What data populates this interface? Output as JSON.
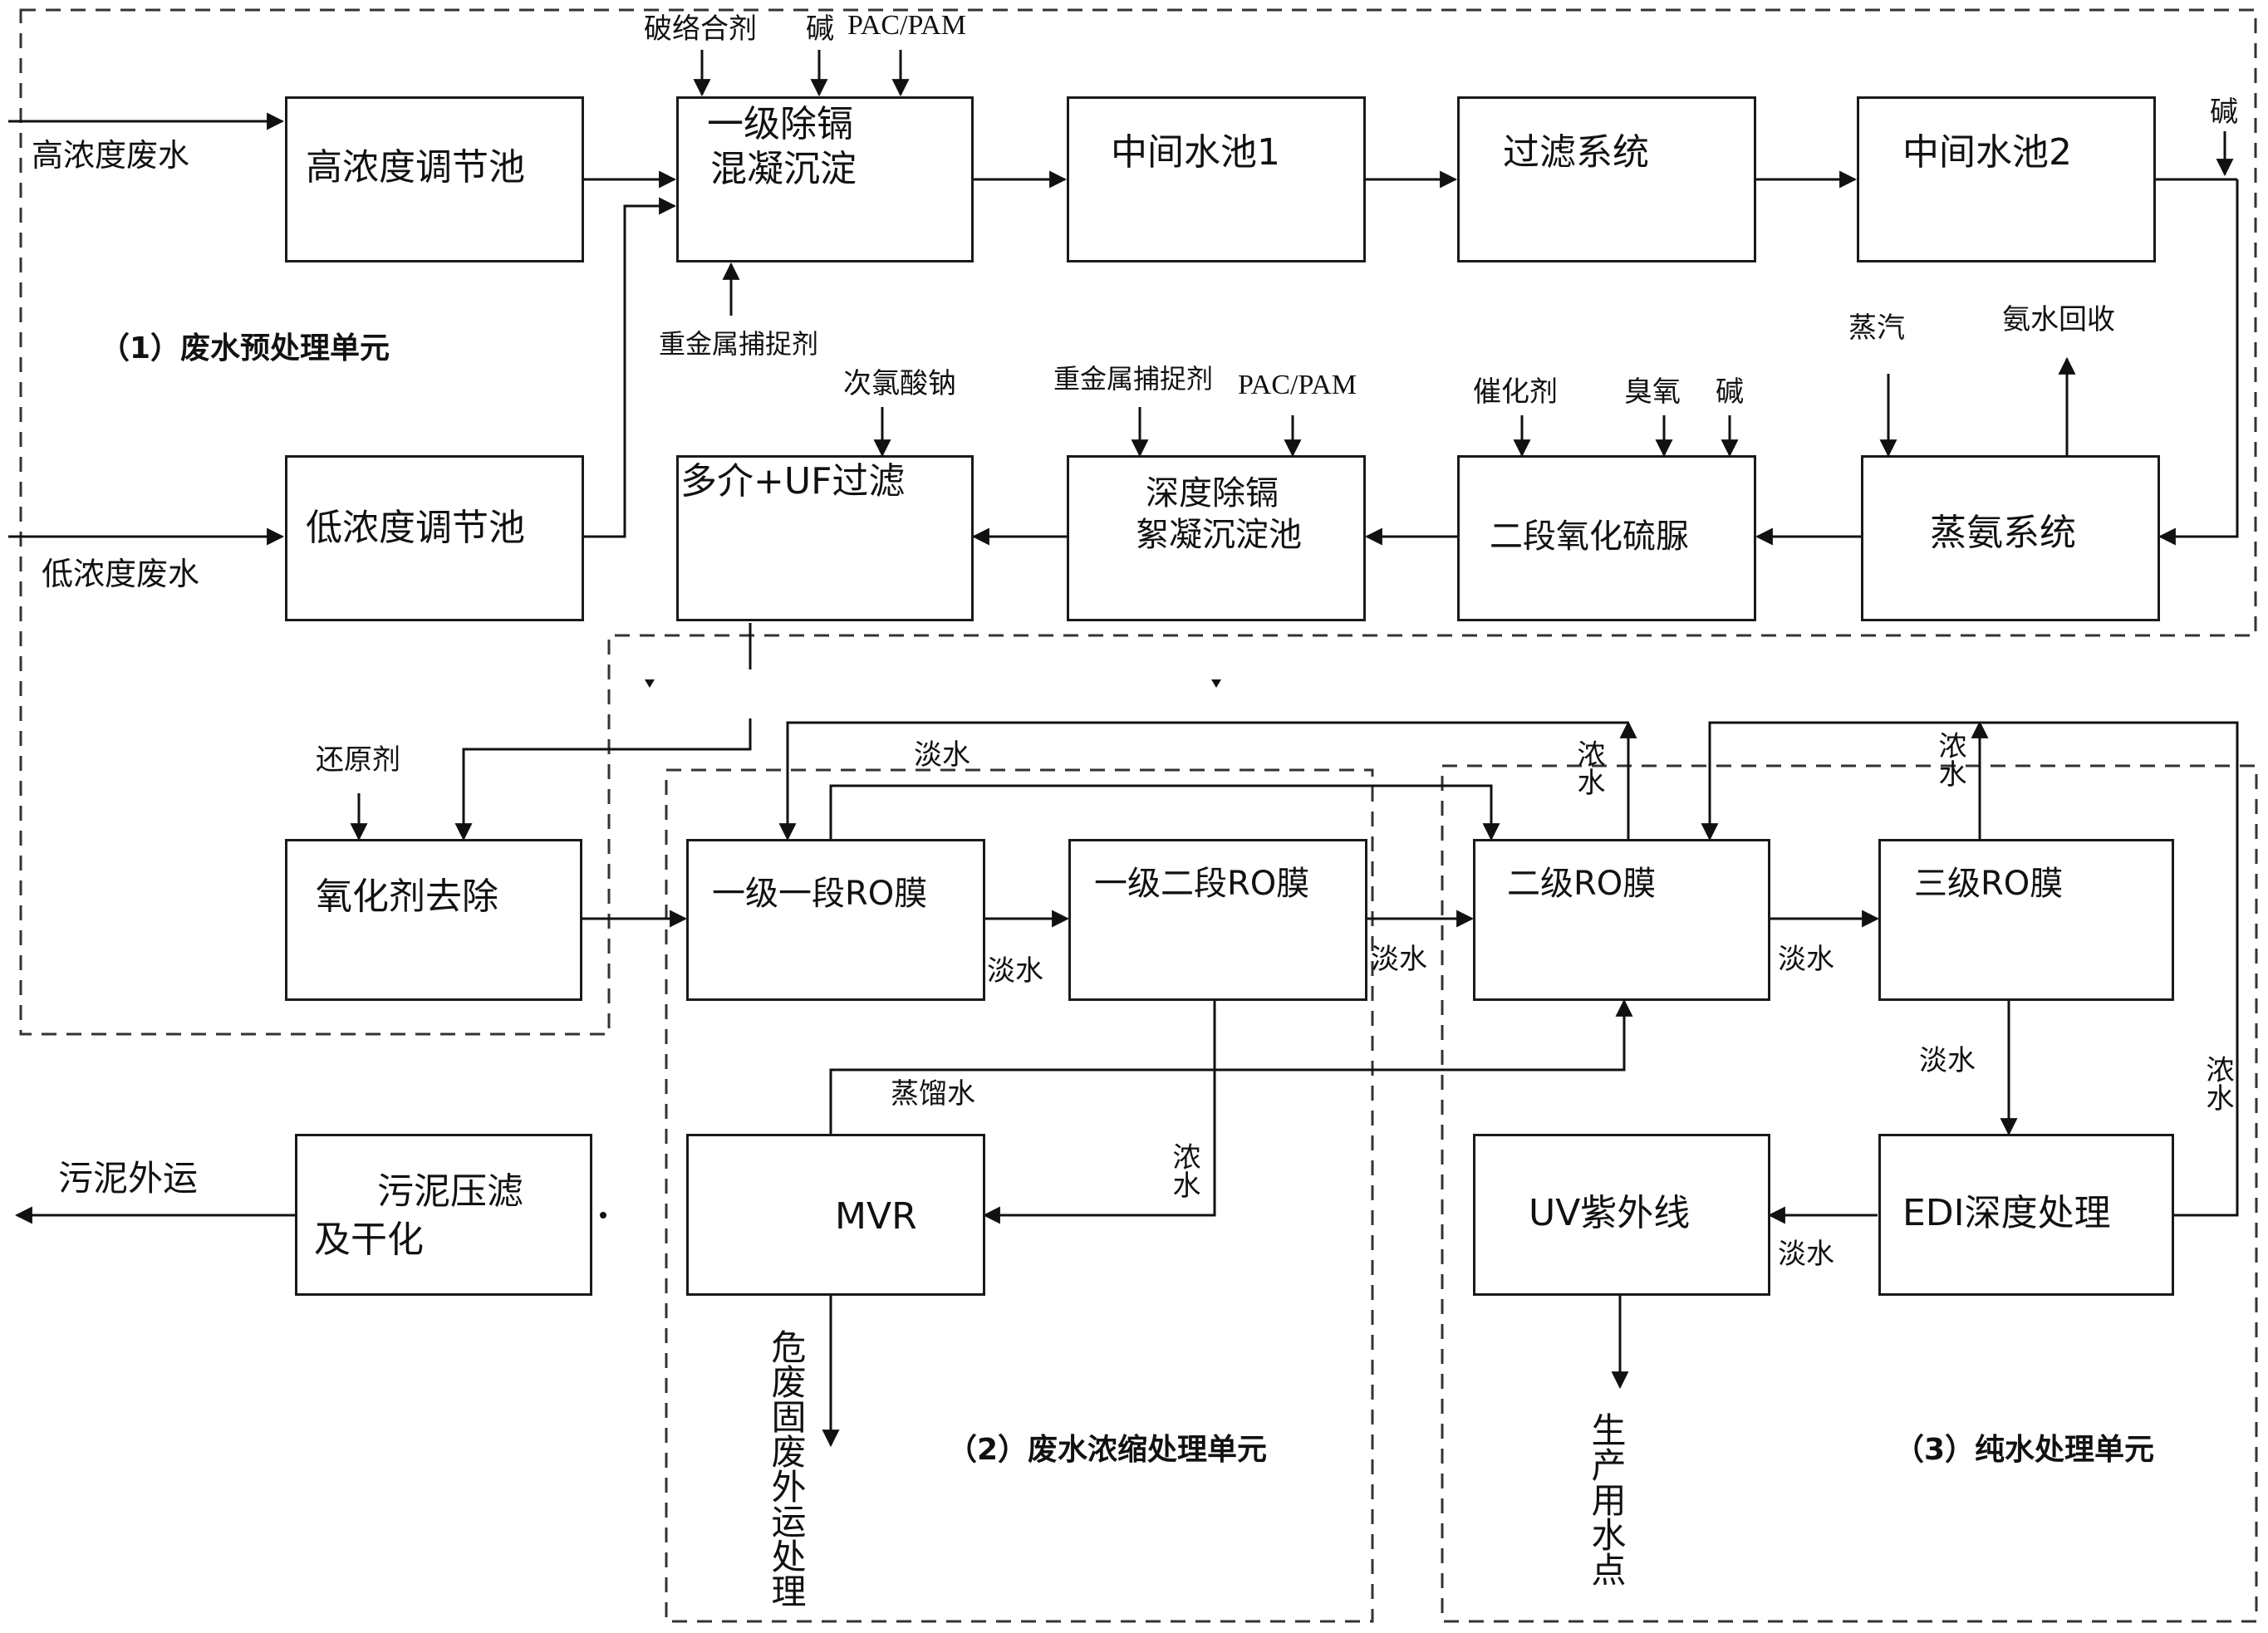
{
  "boxes": {
    "high_tank": "高浓度调节池",
    "coag1_a": "一级除镉",
    "coag1_b": "混凝沉淀",
    "mid1": "中间水池1",
    "filter": "过滤系统",
    "mid2": "中间水池2",
    "low_tank": "低浓度调节池",
    "uf_filter": "多介+UF过滤",
    "deep_a": "深度除镉",
    "deep_b": "絮凝沉淀池",
    "oxid": "二段氧化硫脲",
    "ammonia": "蒸氨系统",
    "oxidizer_removal": "氧化剂去除",
    "ro11": "一级一段RO膜",
    "ro12": "一级二段RO膜",
    "ro2": "二级RO膜",
    "ro3": "三级RO膜",
    "mvr": "MVR",
    "sludge_a": "污泥压滤",
    "sludge_b": "及干化",
    "uv": "UV紫外线",
    "edi": "EDI深度处理"
  },
  "labels": {
    "high_ww": "高浓度废水",
    "low_ww": "低浓度废水",
    "decomplex": "破络合剂",
    "alkali": "碱",
    "pacpam": "PAC/PAM",
    "hm_capture": "重金属捕捉剂",
    "naclo": "次氯酸钠",
    "catalyst": "催化剂",
    "ozone": "臭氧",
    "steam": "蒸汽",
    "ammonia_recovery": "氨水回收",
    "reductant": "还原剂",
    "fresh_water": "淡水",
    "concentrate": "浓水",
    "distilled": "蒸馏水",
    "sludge_out": "污泥外运",
    "hazwaste": "危废固废外运处理",
    "production_use": "生产用水点"
  },
  "units": {
    "u1": "（1）废水预处理单元",
    "u2": "（2）废水浓缩处理单元",
    "u3": "（3）纯水处理单元"
  }
}
